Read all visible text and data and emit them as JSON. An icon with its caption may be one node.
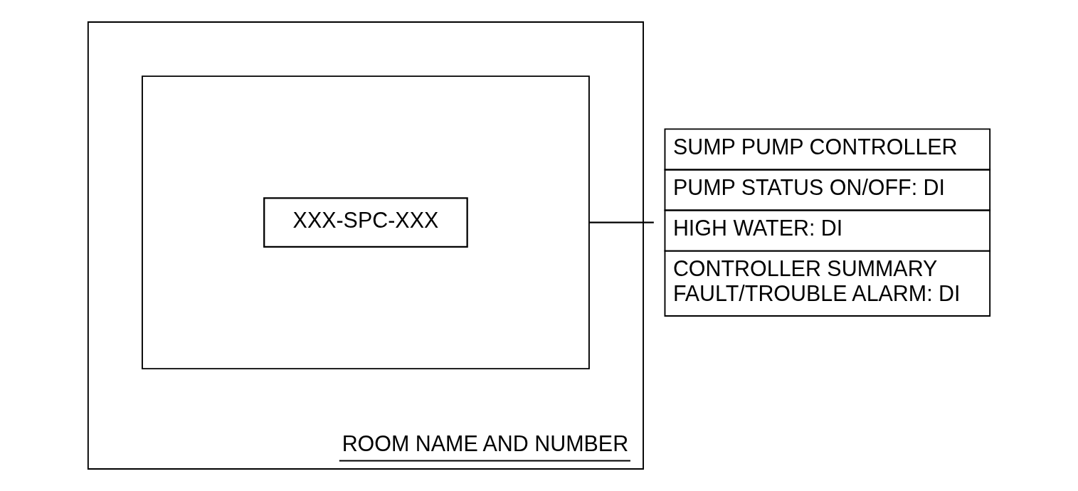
{
  "diagram": {
    "nodes": [
      {
        "text": [
          "ROOM NAME AND NUMBER"
        ]
      },
      {
        "text": [],
        "shape": "box",
        "in": 0
      },
      {
        "text": [
          "XXX-SPC-XXX"
        ],
        "in": 1
      },
      {
        "text": [
          "SUMP PUMP CONTROLLER",
          "PUMP STATUS ON/OFF: DI",
          "HIGH WATER: DI",
          "CONTROLLER SUMMARY FAULT/TROUBLE ALARM: DI"
        ]
      }
    ],
    "edges": [
      {
        "from": 1,
        "to": 3,
        "arrow": "none"
      }
    ]
  }
}
